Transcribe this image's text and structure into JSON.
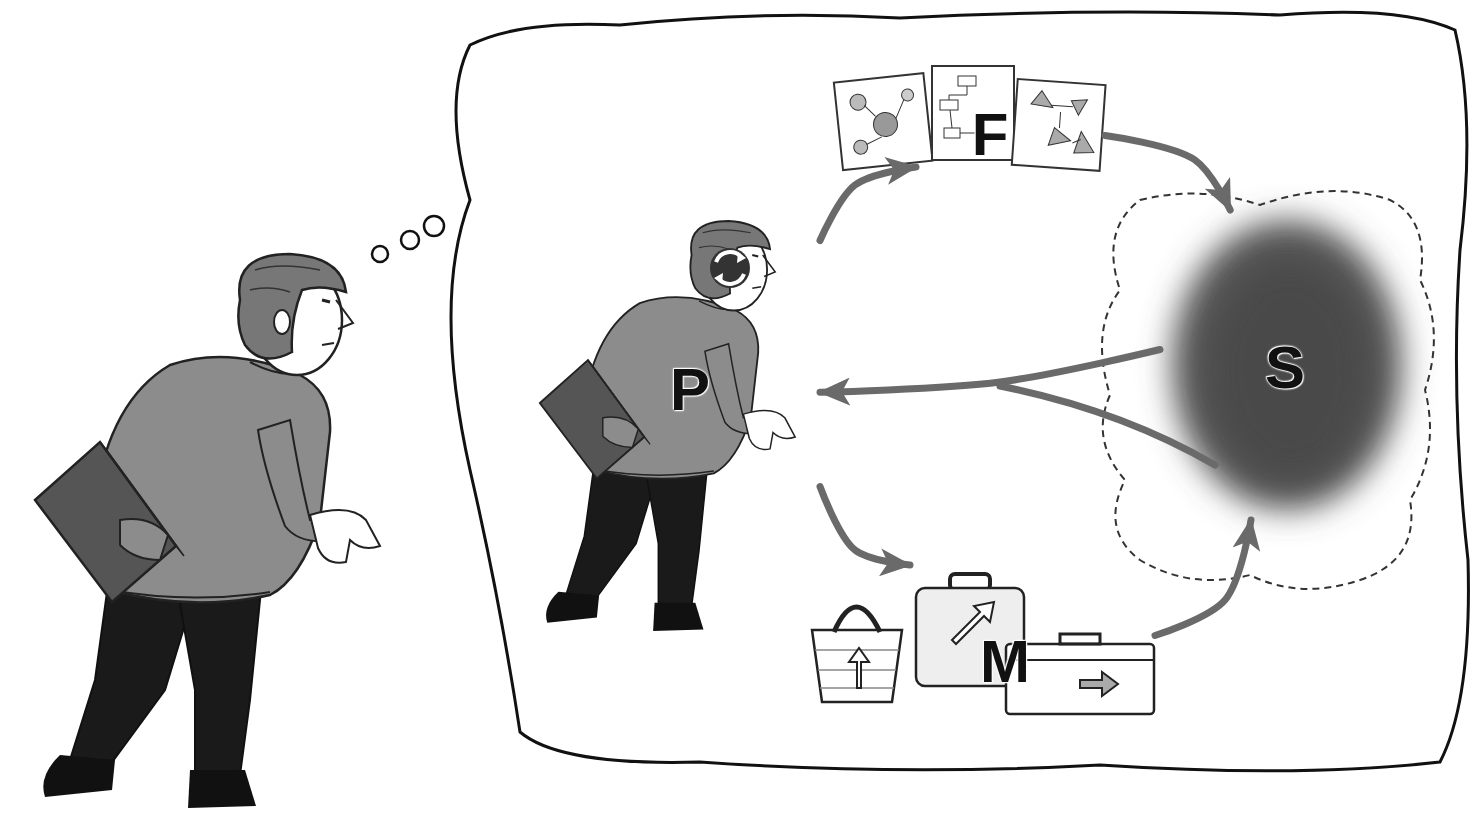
{
  "diagram": {
    "nodes": [
      {
        "text": [
          "P"
        ]
      },
      {
        "text": [
          "F"
        ]
      },
      {
        "text": [
          "S"
        ]
      },
      {
        "text": [
          "M"
        ]
      }
    ],
    "edges": [
      {
        "from": 0,
        "to": 1,
        "arrow": "to"
      },
      {
        "from": 1,
        "to": 2,
        "arrow": "to"
      },
      {
        "from": 0,
        "to": 3,
        "arrow": "to"
      },
      {
        "from": 3,
        "to": 2,
        "arrow": "to"
      },
      {
        "from": 2,
        "to": 0,
        "arrow": "to"
      }
    ]
  }
}
